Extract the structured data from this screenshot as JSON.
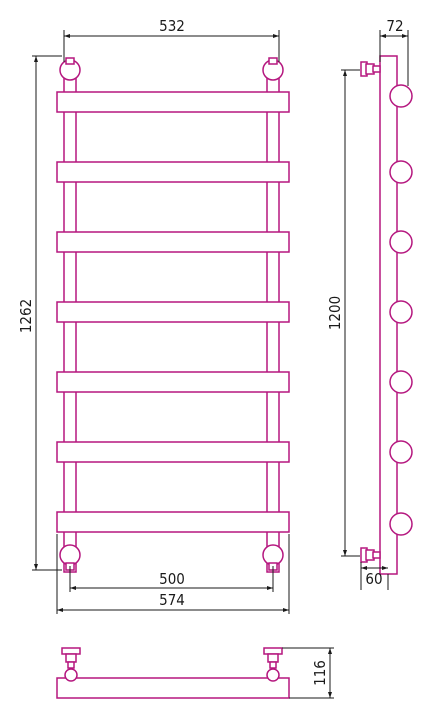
{
  "dimensions": {
    "top_width": "532",
    "side_depth_top": "72",
    "overall_height": "1262",
    "mount_height": "1200",
    "mount_spacing": "500",
    "overall_width": "574",
    "side_depth_bottom": "60",
    "plan_depth": "116"
  },
  "colors": {
    "outline": "#b5177f",
    "dimension_lines": "#1a1a1a",
    "background": "#ffffff"
  }
}
